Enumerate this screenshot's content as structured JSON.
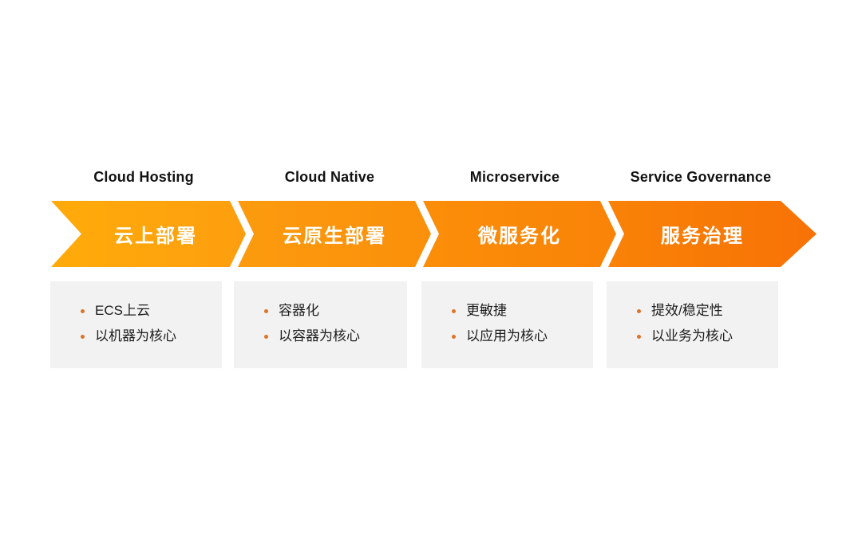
{
  "diagram": {
    "background_color": "#ffffff",
    "box_color": "#F2F2F2",
    "bullet_dot_color": "#DD7428",
    "arrow_gradient_start": "#FFAB0A",
    "arrow_gradient_end": "#F87206"
  },
  "stages": [
    {
      "en": "Cloud Hosting",
      "zh": "云上部署",
      "bullets": [
        "ECS上云",
        "以机器为核心"
      ]
    },
    {
      "en": "Cloud Native",
      "zh": "云原生部署",
      "bullets": [
        "容器化",
        "以容器为核心"
      ]
    },
    {
      "en": "Microservice",
      "zh": "微服务化",
      "bullets": [
        "更敏捷",
        "以应用为核心"
      ]
    },
    {
      "en": "Service Governance",
      "zh": "服务治理",
      "bullets": [
        "提效/稳定性",
        "以业务为核心"
      ]
    }
  ]
}
